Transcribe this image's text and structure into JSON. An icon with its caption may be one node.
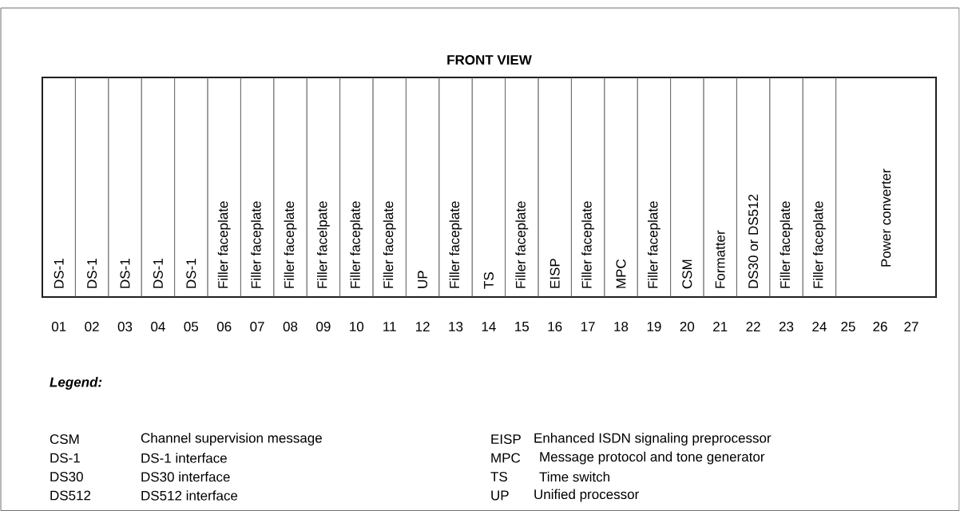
{
  "diagram": {
    "nodes": [
      {
        "text": [
          "FRONT VIEW"
        ]
      },
      {
        "text": [
          "DS-1"
        ],
        "in": 0
      },
      {
        "text": [
          "DS-1"
        ],
        "in": 0
      },
      {
        "text": [
          "DS-1"
        ],
        "in": 0
      },
      {
        "text": [
          "DS-1"
        ],
        "in": 0
      },
      {
        "text": [
          "DS-1"
        ],
        "in": 0
      },
      {
        "text": [
          "Filler faceplate"
        ],
        "in": 0
      },
      {
        "text": [
          "Filler faceplate"
        ],
        "in": 0
      },
      {
        "text": [
          "Filler faceplate"
        ],
        "in": 0
      },
      {
        "text": [
          "Filler facelpate"
        ],
        "in": 0
      },
      {
        "text": [
          "Filler faceplate"
        ],
        "in": 0
      },
      {
        "text": [
          "Filler faceplate"
        ],
        "in": 0
      },
      {
        "text": [
          "UP"
        ],
        "in": 0
      },
      {
        "text": [
          "Filler faceplate"
        ],
        "in": 0
      },
      {
        "text": [
          "TS"
        ],
        "in": 0
      },
      {
        "text": [
          "Filler faceplate"
        ],
        "in": 0
      },
      {
        "text": [
          "EISP"
        ],
        "in": 0
      },
      {
        "text": [
          "Filler faceplate"
        ],
        "in": 0
      },
      {
        "text": [
          "MPC"
        ],
        "in": 0
      },
      {
        "text": [
          "Filler faceplate"
        ],
        "in": 0
      },
      {
        "text": [
          "CSM"
        ],
        "in": 0
      },
      {
        "text": [
          "Formatter"
        ],
        "in": 0
      },
      {
        "text": [
          "DS30 or DS512"
        ],
        "in": 0
      },
      {
        "text": [
          "Filler faceplate"
        ],
        "in": 0
      },
      {
        "text": [
          "Filler faceplate"
        ],
        "in": 0
      },
      {
        "text": [
          "Power converter"
        ],
        "in": 0
      }
    ],
    "labels": [
      "01",
      "02",
      "03",
      "04",
      "05",
      "06",
      "07",
      "08",
      "09",
      "10",
      "11",
      "12",
      "13",
      "14",
      "15",
      "16",
      "17",
      "18",
      "19",
      "20",
      "21",
      "22",
      "23",
      "24",
      "25",
      "26",
      "27",
      "Legend:",
      "CSM",
      "Channel supervision message",
      "EISP",
      "Enhanced ISDN signaling preprocessor",
      "DS-1",
      "DS-1 interface",
      "MPC",
      "Message protocol and tone generator",
      "DS30",
      "DS30 interface",
      "TS",
      "Time switch",
      "DS512",
      "DS512 interface",
      "UP",
      "Unified processor"
    ]
  }
}
